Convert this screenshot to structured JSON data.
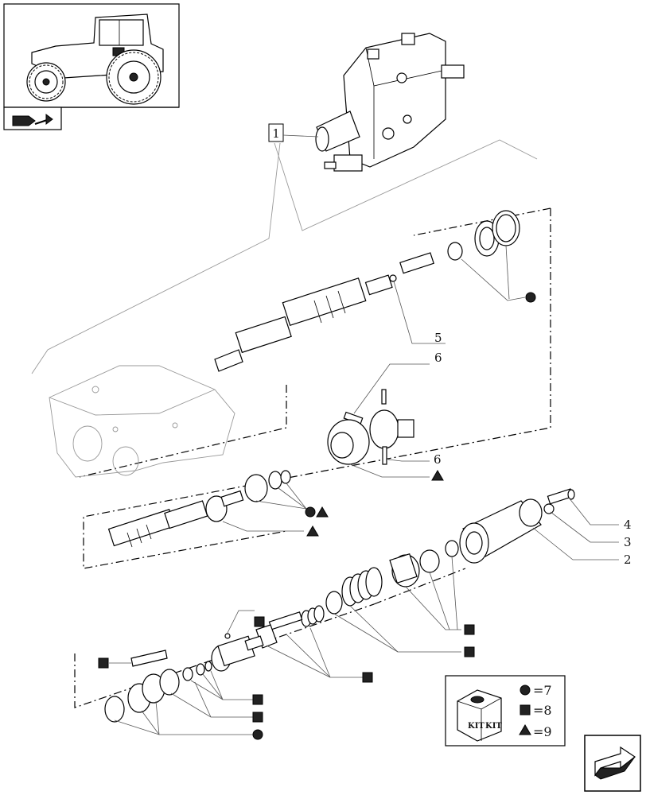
{
  "callouts": {
    "c1": "1",
    "c2": "2",
    "c3": "3",
    "c4": "4",
    "c5": "5",
    "c6a": "6",
    "c6b": "6"
  },
  "kit_legend": {
    "box_text_left": "KIT",
    "box_text_right": "KIT",
    "circle_value": "=7",
    "square_value": "=8",
    "triangle_value": "=9"
  },
  "symbols": {
    "circle": "filled-circle",
    "square": "filled-square",
    "triangle": "filled-triangle"
  }
}
